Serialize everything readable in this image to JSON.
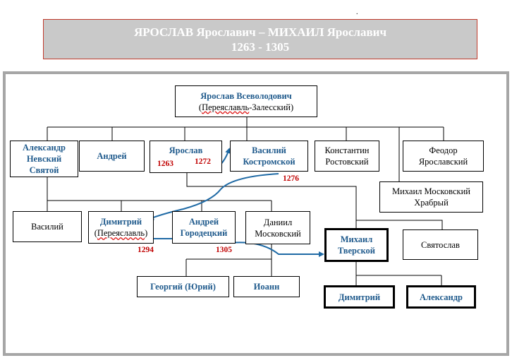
{
  "banner": {
    "line1": "ЯРОСЛАВ Ярославич – МИХАИЛ Ярославич",
    "line2": "1263 - 1305"
  },
  "mark": ".",
  "nodes": {
    "yaroslav_vsevolodovich": {
      "name": "Ярослав Всеволодович",
      "note_a": "Переяславль",
      "note_b": "-Залесский"
    },
    "alexander": {
      "line1": "Александр",
      "line2": "Невский",
      "line3": "Святой"
    },
    "andrey1": {
      "name": "Андрей"
    },
    "yaroslav": {
      "name": "Ярослав"
    },
    "vasiliy_k": {
      "line1": "Василий",
      "line2": "Костромской"
    },
    "konstantin": {
      "line1": "Константин",
      "line2": "Ростовский"
    },
    "feodor": {
      "line1": "Феодор",
      "line2": "Ярославский"
    },
    "mikhail_m": {
      "line1": "Михаил Московский",
      "line2": "Храбрый"
    },
    "vasiliy": {
      "name": "Василий"
    },
    "dmitriy": {
      "name": "Димитрий",
      "note_a": "Переяславль"
    },
    "andrey_g": {
      "line1": "Андрей",
      "line2": "Городецкий"
    },
    "daniil": {
      "line1": "Даниил",
      "line2": "Московский"
    },
    "mikhail_t": {
      "line1": "Михаил",
      "line2": "Тверской"
    },
    "svyatoslav": {
      "name": "Святослав"
    },
    "georgiy": {
      "name": "Георгий (Юрий)"
    },
    "ioann": {
      "name": "Иоанн"
    },
    "dmitriy2": {
      "name": "Димитрий"
    },
    "alexandr2": {
      "name": "Александр"
    }
  },
  "dates": {
    "d1263": "1263",
    "d1272": "1272",
    "d1276": "1276",
    "d1294": "1294",
    "d1305": "1305"
  },
  "colors": {
    "accent": "#1f5a8c",
    "date": "#c00000",
    "banner_bg": "#c9c9c9",
    "banner_border": "#c0392b",
    "frame": "#a6a6a6"
  }
}
